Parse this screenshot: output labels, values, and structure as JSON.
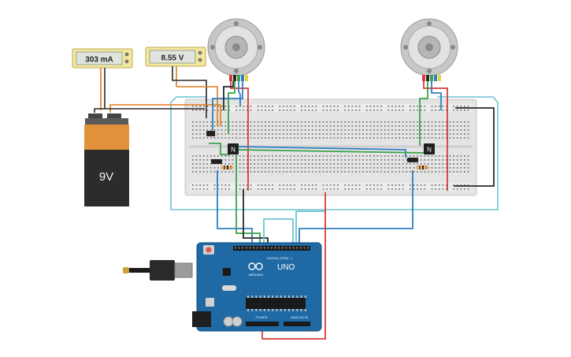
{
  "meters": {
    "ammeter": {
      "reading": "303 mA"
    },
    "voltmeter": {
      "reading": "8.55 V"
    }
  },
  "battery": {
    "label": "9V"
  },
  "transistors": {
    "left": {
      "label": "N"
    },
    "right": {
      "label": "N"
    }
  },
  "arduino": {
    "model": "UNO",
    "brand": "ARDUINO",
    "digital_header": "DIGITAL (PWM ~)",
    "power_header": "POWER",
    "analog_header": "ANALOG IN"
  },
  "colors": {
    "wire_red": "#d83b3b",
    "wire_black": "#2a2a2a",
    "wire_blue": "#2f7fc1",
    "wire_green": "#3aa34a",
    "wire_orange": "#e07b1f",
    "wire_teal": "#6fc3cf",
    "board_blue": "#1f6aa5",
    "breadboard": "#e6e6e6",
    "battery_orange": "#e3923c"
  }
}
